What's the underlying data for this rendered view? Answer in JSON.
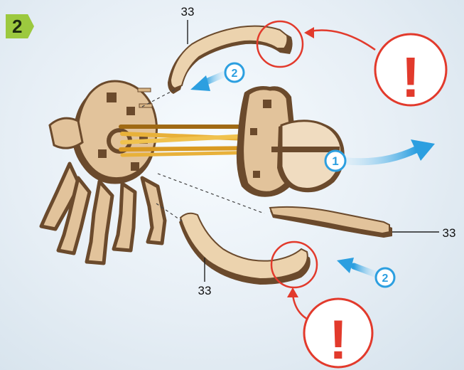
{
  "step": {
    "number": "2"
  },
  "part_labels": {
    "top": "33",
    "right": "33",
    "bottom": "33"
  },
  "order_markers": {
    "pull_out": "1",
    "attach_top": "2",
    "attach_bottom": "2"
  },
  "warning": {
    "symbol": "!"
  },
  "colors": {
    "plywood": "#e2c39b",
    "plywood_dark": "#6b4a2c",
    "rubber_band": "#e8b13a",
    "arrow_blue": "#2c9fe0",
    "warning_red": "#e23a2c",
    "badge_green": "#9cc93f"
  }
}
